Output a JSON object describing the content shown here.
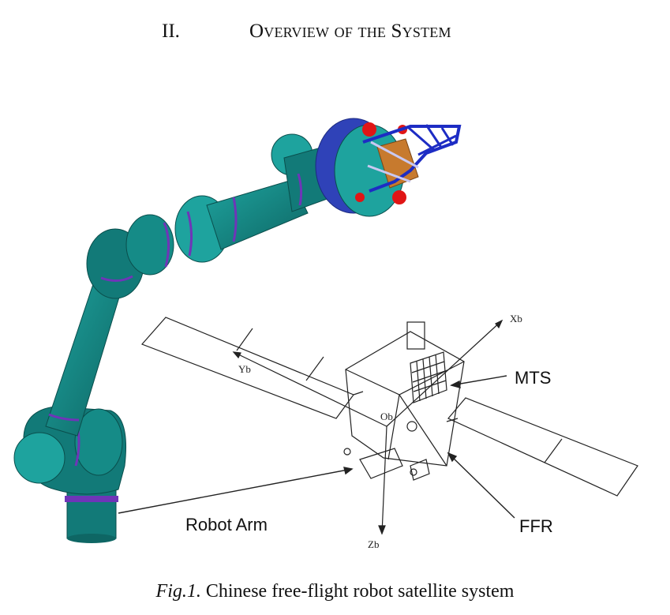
{
  "section": {
    "number": "II.",
    "title": "Overview of the System"
  },
  "figure": {
    "labels": {
      "mts": "MTS",
      "ffr": "FFR",
      "robot_arm": "Robot Arm",
      "xb": "Xb",
      "yb": "Yb",
      "zb": "Zb",
      "ob": "Ob"
    },
    "colors": {
      "arm": "#127A78",
      "arm_light": "#1EA39E",
      "ring": "#6F35B8",
      "flange": "#2F42B8",
      "gripper": "#1D2CC4",
      "red": "#E01515",
      "payload": "#C77A2E"
    }
  },
  "caption": {
    "label": "Fig.1.",
    "text": "Chinese free-flight robot satellite system"
  }
}
